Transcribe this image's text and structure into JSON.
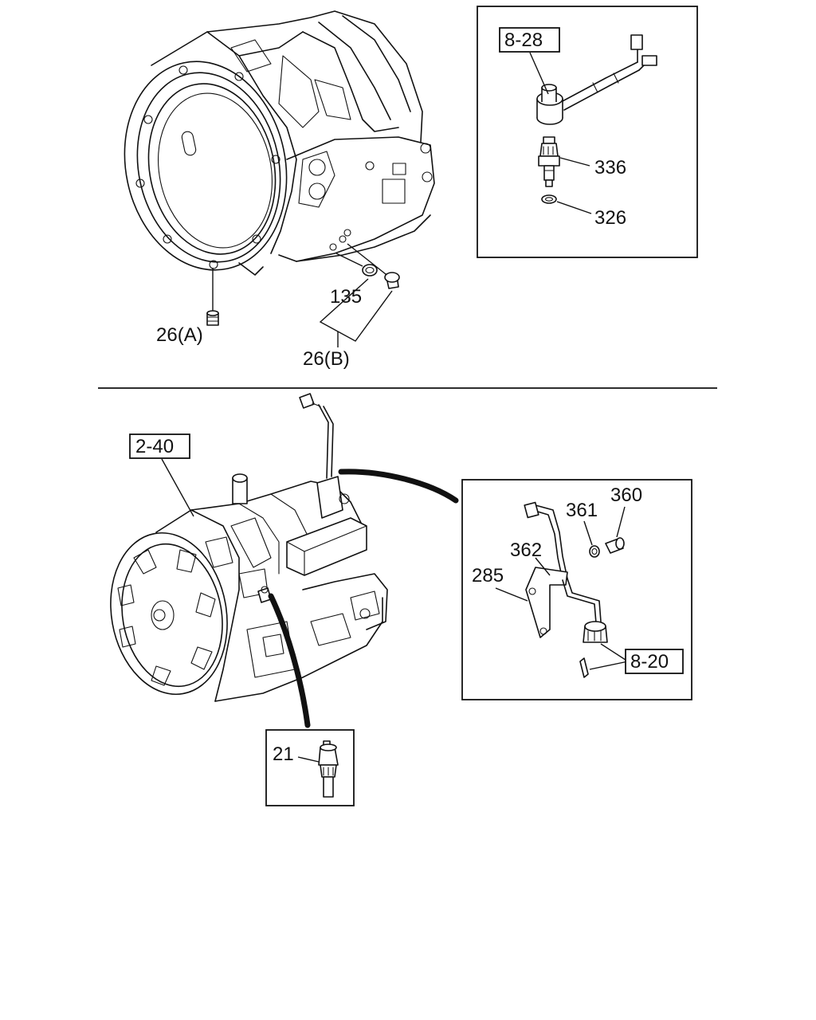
{
  "labels": {
    "ref_8_28": "8-28",
    "p336": "336",
    "p326": "326",
    "p135": "135",
    "p26a": "26(A)",
    "p26b": "26(B)",
    "ref_2_40": "2-40",
    "p360": "360",
    "p361": "361",
    "p362": "362",
    "p285": "285",
    "ref_8_20": "8-20",
    "p21": "21"
  },
  "colors": {
    "line": "#111111",
    "background": "#ffffff"
  },
  "icons": {
    "transmission_housing": "transmission-housing-drawing",
    "transmission_assembly": "transmission-assembly-drawing",
    "sensor": "sensor-switch-drawing",
    "plug": "drain-plug-drawing",
    "washer": "washer-ring-drawing"
  }
}
